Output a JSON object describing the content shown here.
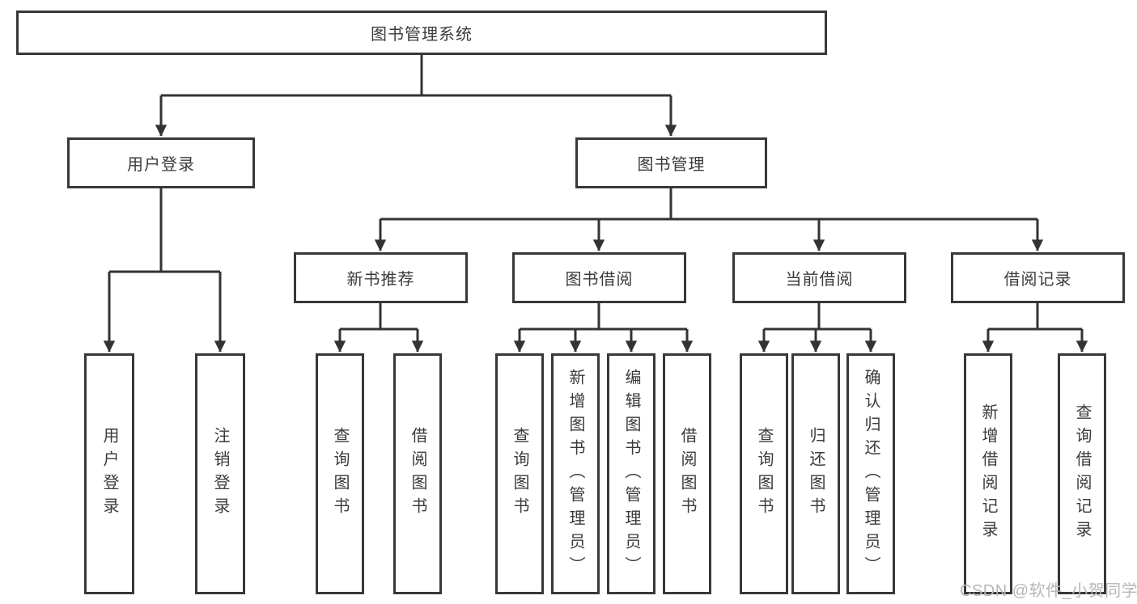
{
  "diagram_type": "hierarchy-tree",
  "colors": {
    "line": "#333333",
    "box_border": "#383838",
    "box_fill": "#ffffff",
    "text": "#3b3b3b",
    "watermark": "#b7b7b7",
    "background": "#ffffff"
  },
  "tree": {
    "label": "图书管理系统",
    "children": [
      {
        "label": "用户登录",
        "children": [
          {
            "label": "用户登录"
          },
          {
            "label": "注销登录"
          }
        ]
      },
      {
        "label": "图书管理",
        "children": [
          {
            "label": "新书推荐",
            "children": [
              {
                "label": "查询图书"
              },
              {
                "label": "借阅图书"
              }
            ]
          },
          {
            "label": "图书借阅",
            "children": [
              {
                "label": "查询图书"
              },
              {
                "label": "新增图书（管理员）"
              },
              {
                "label": "编辑图书（管理员）"
              },
              {
                "label": "借阅图书"
              }
            ]
          },
          {
            "label": "当前借阅",
            "children": [
              {
                "label": "查询图书"
              },
              {
                "label": "归还图书"
              },
              {
                "label": "确认归还（管理员）"
              }
            ]
          },
          {
            "label": "借阅记录",
            "children": [
              {
                "label": "新增借阅记录"
              },
              {
                "label": "查询借阅记录"
              }
            ]
          }
        ]
      }
    ]
  },
  "watermark": "CSDN @软件_小贺同学"
}
